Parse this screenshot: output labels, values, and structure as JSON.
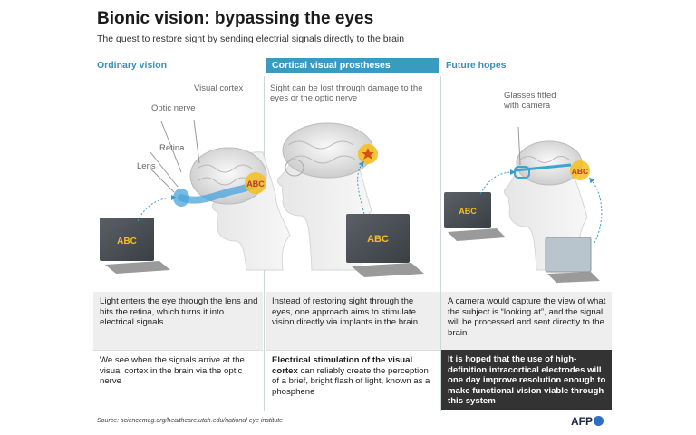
{
  "title": "Bionic vision: bypassing the eyes",
  "subtitle": "The quest to restore sight by sending electrial signals directly to the brain",
  "columns": [
    {
      "heading": "Ordinary vision",
      "labels": {
        "visual_cortex": "Visual cortex",
        "optic_nerve": "Optic nerve",
        "retina": "Retina",
        "lens": "Lens"
      },
      "screen_text": "ABC",
      "brain_text": "ABC",
      "panel1": "Light enters the eye through the lens and hits the retina, which turns it into electrical signals",
      "panel2": "We see when the signals arrive at the visual cortex in the brain via the optic nerve"
    },
    {
      "heading": "Cortical visual prostheses",
      "labels": {
        "note": "Sight can be lost through damage to the eyes or the optic nerve"
      },
      "screen_text": "ABC",
      "panel1": "Instead of restoring sight through the eyes, one approach aims to stimulate vision directly via implants in the brain",
      "panel2_bold": "Electrical stimulation of the visual cortex",
      "panel2_rest": " can reliably create the perception of a brief, bright flash of light, known as a phosphene"
    },
    {
      "heading": "Future hopes",
      "labels": {
        "glasses": "Glasses fitted with camera"
      },
      "screen_text": "ABC",
      "brain_text": "ABC",
      "panel1": "A camera would capture the view of what the subject is “looking at”, and the signal will be processed and sent directly to the brain",
      "panel2": "It is hoped that the use of high-definition intracortical electrodes will one day improve resolution enough to make functional vision viable through this system"
    }
  ],
  "source": "Source: sciencemag.org/healthcare.utah.edu/national eye institute",
  "logo": "AFP",
  "colors": {
    "accent": "#3a9bc0",
    "heading": "#3a8fb7",
    "signal": "#f5c020",
    "nerve": "#4aa3dc",
    "dark_panel": "#333333"
  }
}
